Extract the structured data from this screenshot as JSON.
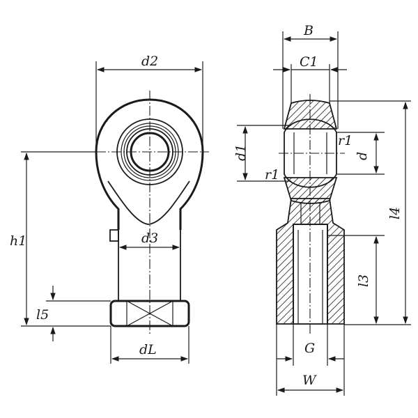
{
  "labels": {
    "d2": "d2",
    "d3": "d3",
    "h1": "h1",
    "l5": "l5",
    "dL": "dL",
    "B": "B",
    "C1": "C1",
    "d1": "d1",
    "d": "d",
    "r1_top": "r1",
    "r1_bottom": "r1",
    "l4": "l4",
    "l3": "l3",
    "G": "G",
    "W": "W"
  },
  "colors": {
    "line": "#1a1a1a",
    "background": "#ffffff"
  }
}
